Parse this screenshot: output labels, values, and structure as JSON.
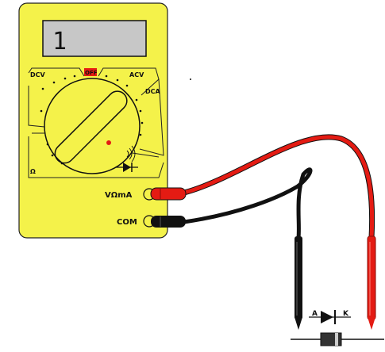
{
  "meter": {
    "display_value": "1",
    "off_label": "OFF",
    "range_dcv": "DCV",
    "range_acv": "ACV",
    "range_dca": "DCA",
    "range_ohm": "Ω",
    "terminal_vohm": "VΩmA",
    "terminal_com": "COM"
  },
  "diode": {
    "anode_label": "A",
    "cathode_label": "K"
  },
  "colors": {
    "body": "#f4f24a",
    "red_lead": "#e41b13",
    "black_lead": "#111111"
  }
}
